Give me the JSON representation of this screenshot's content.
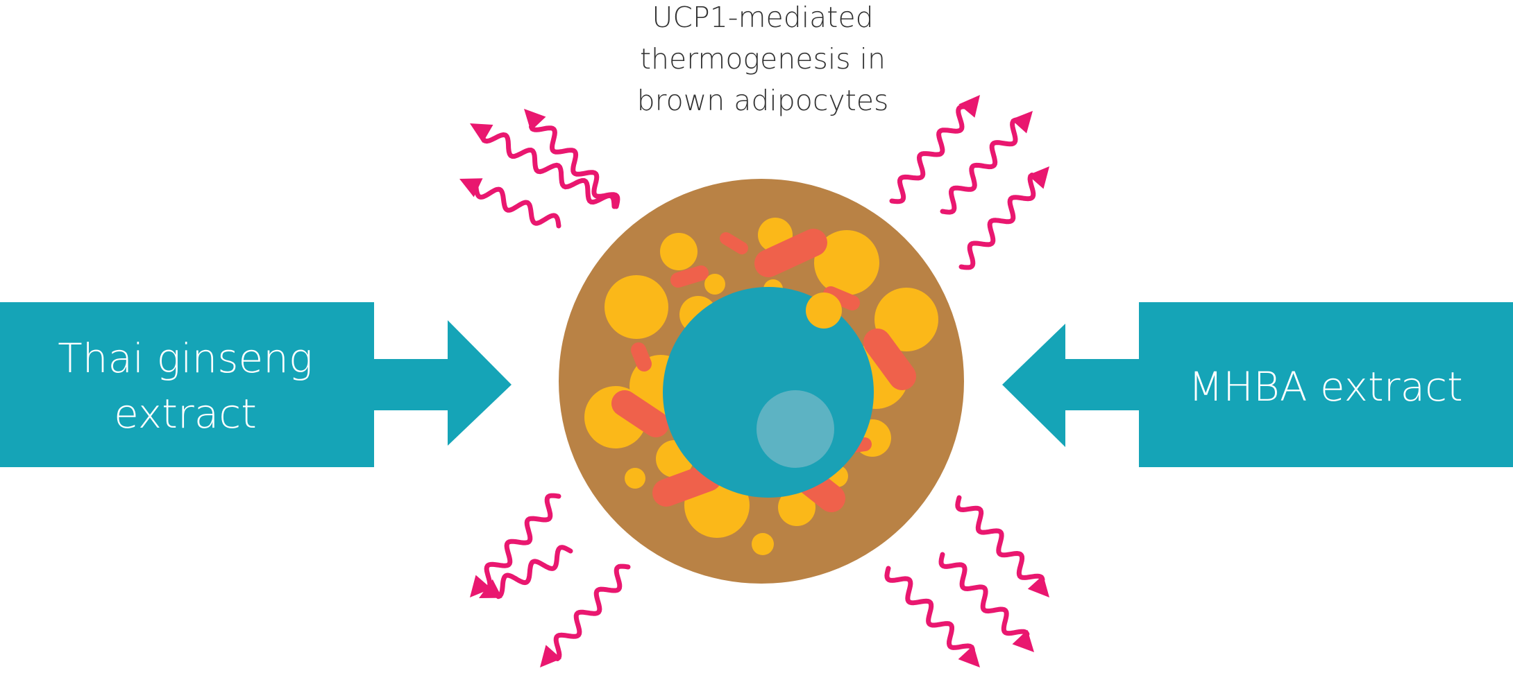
{
  "title": {
    "lines": [
      "UCP1-mediated",
      "thermogenesis in",
      "brown adipocytes"
    ]
  },
  "left_input": {
    "lines": [
      "Thai ginseng",
      "extract"
    ]
  },
  "right_input": {
    "lines": [
      "MHBA extract"
    ]
  },
  "colors": {
    "teal": "#15a4b7",
    "cell_body": "#b98245",
    "nucleus": "#1aa1b5",
    "nucleolus": "#5db3c3",
    "lipid_droplet": "#fbb819",
    "mitochondria": "#ef614b",
    "heat_wave": "#e9176f",
    "text_dark": "#333333",
    "text_light": "#ffffff"
  }
}
